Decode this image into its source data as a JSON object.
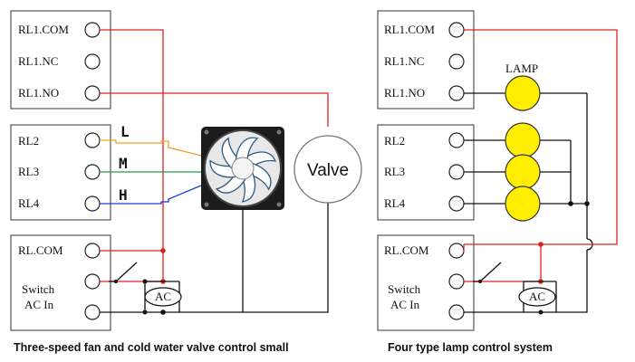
{
  "left_panel": {
    "relay_box1": {
      "com": "RL1.COM",
      "nc": "RL1.NC",
      "no": "RL1.NO"
    },
    "relay_box2": {
      "rl2": "RL2",
      "rl3": "RL3",
      "rl4": "RL4"
    },
    "power_box": {
      "com": "RL.COM",
      "switch_line1": "Switch",
      "switch_line2": "AC In"
    },
    "speed_labels": {
      "low": "L",
      "medium": "M",
      "high": "H"
    },
    "valve_label": "Valve",
    "ac_label": "AC",
    "caption": "Three-speed fan and cold water valve control small"
  },
  "right_panel": {
    "relay_box1": {
      "com": "RL1.COM",
      "nc": "RL1.NC",
      "no": "RL1.NO"
    },
    "relay_box2": {
      "rl2": "RL2",
      "rl3": "RL3",
      "rl4": "RL4"
    },
    "power_box": {
      "com": "RL.COM",
      "switch_line1": "Switch",
      "switch_line2": "AC In"
    },
    "lamp_label": "LAMP",
    "ac_label": "AC",
    "caption": "Four type lamp control system"
  },
  "colors": {
    "red_wire": "#e0201e",
    "black_wire": "#111111",
    "wire_L": "#f0a020",
    "wire_M": "#1aa050",
    "wire_H": "#1a3fd0",
    "lamp_fill": "#ffee00",
    "fan_blade": "#2d5a85"
  },
  "icons": [
    "fan-icon",
    "valve-icon",
    "lamp-icon",
    "switch-icon",
    "ac-source-icon",
    "terminal-icon"
  ]
}
